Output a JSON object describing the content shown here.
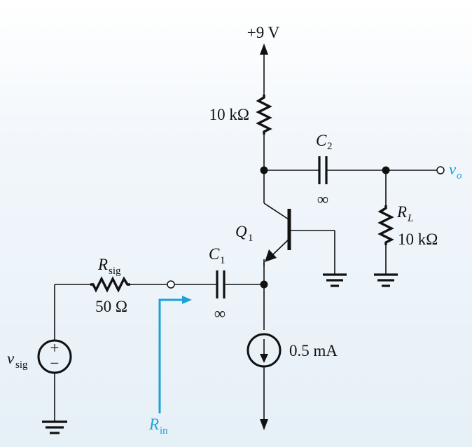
{
  "colors": {
    "background_top": "#ffffff",
    "background_bottom": "#e8f1f8",
    "wire": "#111111",
    "annotation": "#1aa3d9"
  },
  "supply": {
    "label": "+9 V"
  },
  "collector_resistor": {
    "value": "10 kΩ"
  },
  "coupling_capacitor_out": {
    "symbol": "C",
    "subscript": "2",
    "value": "∞"
  },
  "output_node": {
    "symbol": "v",
    "subscript": "o"
  },
  "load_resistor": {
    "symbol": "R",
    "subscript": "L",
    "value": "10 kΩ"
  },
  "transistor": {
    "symbol": "Q",
    "subscript": "1"
  },
  "coupling_capacitor_in": {
    "symbol": "C",
    "subscript": "1",
    "value": "∞"
  },
  "source_resistor": {
    "symbol": "R",
    "subscript": "sig",
    "value": "50 Ω"
  },
  "signal_source": {
    "symbol": "v",
    "subscript": "sig",
    "plus": "+",
    "minus": "−"
  },
  "current_source": {
    "value": "0.5 mA"
  },
  "input_resistance": {
    "symbol": "R",
    "subscript": "in"
  }
}
